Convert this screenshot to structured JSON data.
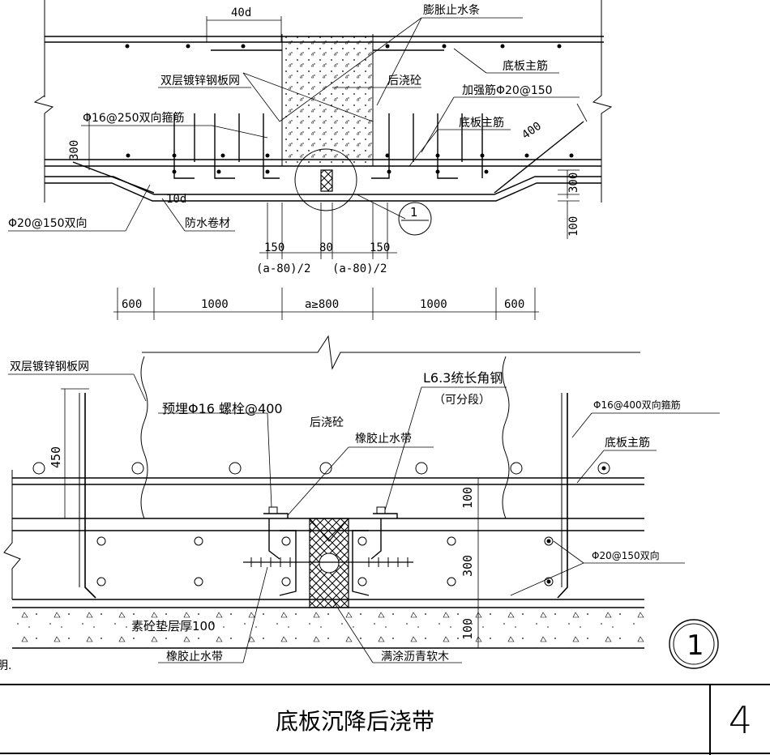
{
  "top_section": {
    "dim_40d": "40d",
    "label_waterstop_top": "膨胀止水条",
    "label_steel_mesh": "双层镀锌钢板网",
    "label_post_pour": "后浇砼",
    "label_slab_main_bar_1": "底板主筋",
    "label_reinforce_bar": "加强筋Φ20@150",
    "label_stirrup": "Φ16@250双向箍筋",
    "label_slab_main_bar_2": "底板主筋",
    "dim_300": "300",
    "dim_400": "400",
    "label_bar_20_150": "Φ20@150双向",
    "dim_10d": "10d",
    "label_membrane": "防水卷材",
    "dim_300b": "300",
    "dim_100": "100",
    "dim_150a": "150",
    "dim_80": "80",
    "dim_150b": "150",
    "formula_a": "(a-80)/2",
    "formula_b": "(a-80)/2",
    "dim_600a": "600",
    "dim_1000a": "1000",
    "dim_a800": "a≥800",
    "dim_1000b": "1000",
    "dim_600b": "600",
    "detail_ref": "1"
  },
  "bottom_section": {
    "label_steel_mesh": "双层镀锌钢板网",
    "label_angle": "L6.3统长角钢",
    "label_angle_note": "（可分段）",
    "label_bolt": "预埋Φ16 螺栓@400",
    "label_post_pour": "后浇砼",
    "label_stirrup": "Φ16@400双向箍筋",
    "label_waterstop": "橡胶止水带",
    "label_main_bar": "底板主筋",
    "dim_450": "450",
    "dim_100a": "100",
    "dim_300": "300",
    "dim_100b": "100",
    "label_bar_20_150": "Φ20@150双向",
    "label_cushion": "素砼垫层厚100",
    "label_waterstop_bottom": "橡胶止水带",
    "label_soft_wood": "满涂沥青软木",
    "partial_note": "明.",
    "detail_ref": "1"
  },
  "title_block": {
    "title": "底板沉降后浇带",
    "sheet_number": "4"
  }
}
